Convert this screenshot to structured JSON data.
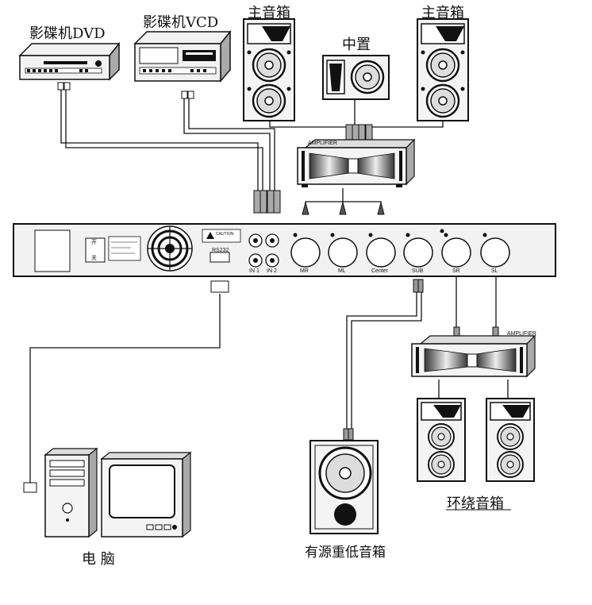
{
  "labels": {
    "dvd": "影碟机DVD",
    "vcd": "影碟机VCD",
    "main_speaker_left": "主音箱",
    "main_speaker_right": "主音箱",
    "center": "中置",
    "amplifier_top": "AMPLIFIER",
    "amplifier_bottom": "AMPLIFIER",
    "surround": "环绕音箱",
    "subwoofer": "有源重低音箱",
    "computer": "电 脑"
  },
  "processor": {
    "switch_on": "开",
    "switch_off": "关",
    "rs232": "RS232",
    "caution": "CAUTION",
    "ports": [
      {
        "key": "in1",
        "label": "IN 1"
      },
      {
        "key": "in2",
        "label": "IN 2"
      },
      {
        "key": "mr",
        "label": "MR"
      },
      {
        "key": "ml",
        "label": "ML"
      },
      {
        "key": "center",
        "label": "Center"
      },
      {
        "key": "sub",
        "label": "SUB"
      },
      {
        "key": "sr",
        "label": "SR"
      },
      {
        "key": "sl",
        "label": "SL"
      }
    ]
  },
  "colors": {
    "line": "#111111",
    "device_fill": "#f2f2f2",
    "dark_fill": "#1a1a1a",
    "mid_gray": "#9a9a9a"
  }
}
